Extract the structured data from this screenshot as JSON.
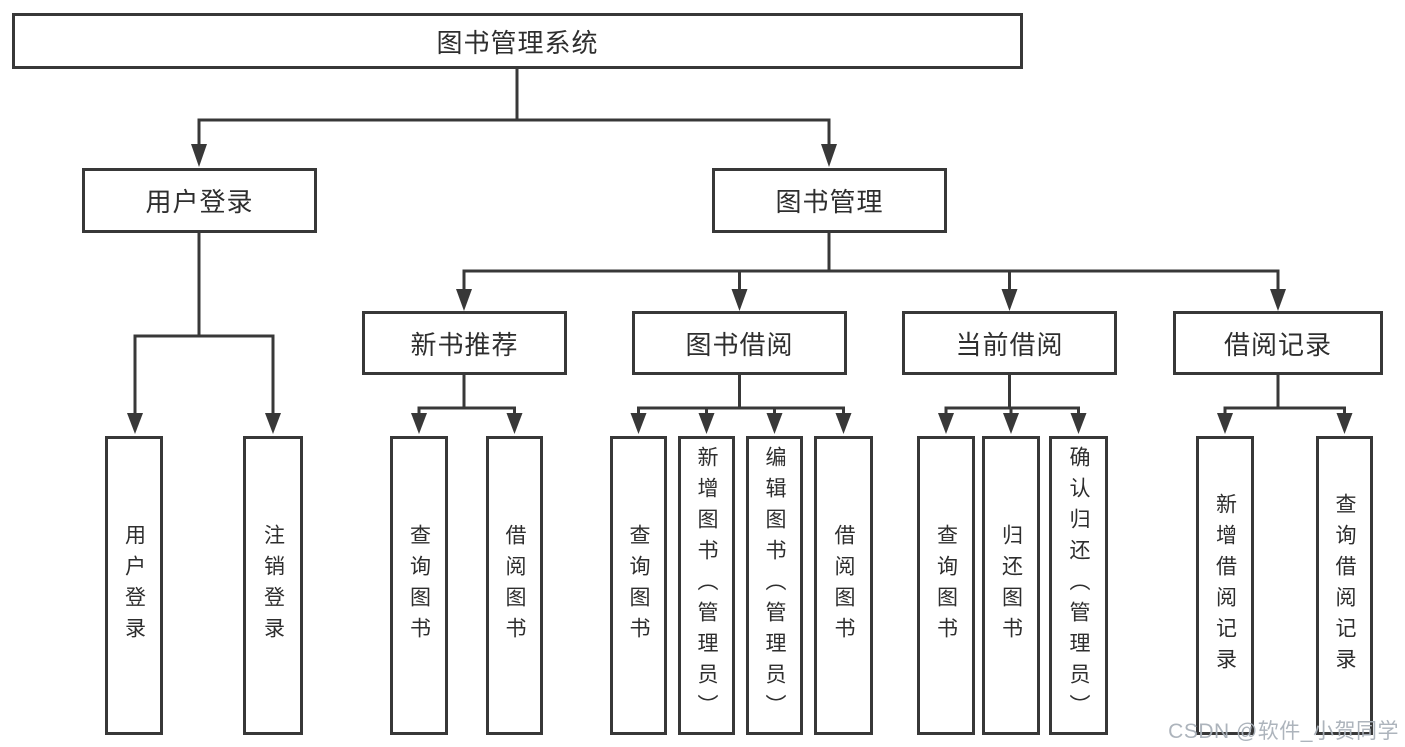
{
  "diagram_type": "functional-structure-tree",
  "colors": {
    "line": "#383838",
    "box_border": "#383838",
    "box_fill": "#ffffff",
    "text": "#2e2e2e",
    "watermark": "#a9b0b8"
  },
  "tree": {
    "label": "图书管理系统",
    "children": [
      {
        "label": "用户登录",
        "children": [
          {
            "label": "用户登录"
          },
          {
            "label": "注销登录"
          }
        ]
      },
      {
        "label": "图书管理",
        "children": [
          {
            "label": "新书推荐",
            "children": [
              {
                "label": "查询图书"
              },
              {
                "label": "借阅图书"
              }
            ]
          },
          {
            "label": "图书借阅",
            "children": [
              {
                "label": "查询图书"
              },
              {
                "label": "新增图书（管理员）"
              },
              {
                "label": "编辑图书（管理员）"
              },
              {
                "label": "借阅图书"
              }
            ]
          },
          {
            "label": "当前借阅",
            "children": [
              {
                "label": "查询图书"
              },
              {
                "label": "归还图书"
              },
              {
                "label": "确认归还（管理员）"
              }
            ]
          },
          {
            "label": "借阅记录",
            "children": [
              {
                "label": "新增借阅记录"
              },
              {
                "label": "查询借阅记录"
              }
            ]
          }
        ]
      }
    ]
  },
  "watermark": {
    "text": "CSDN @软件_小贺同学"
  }
}
